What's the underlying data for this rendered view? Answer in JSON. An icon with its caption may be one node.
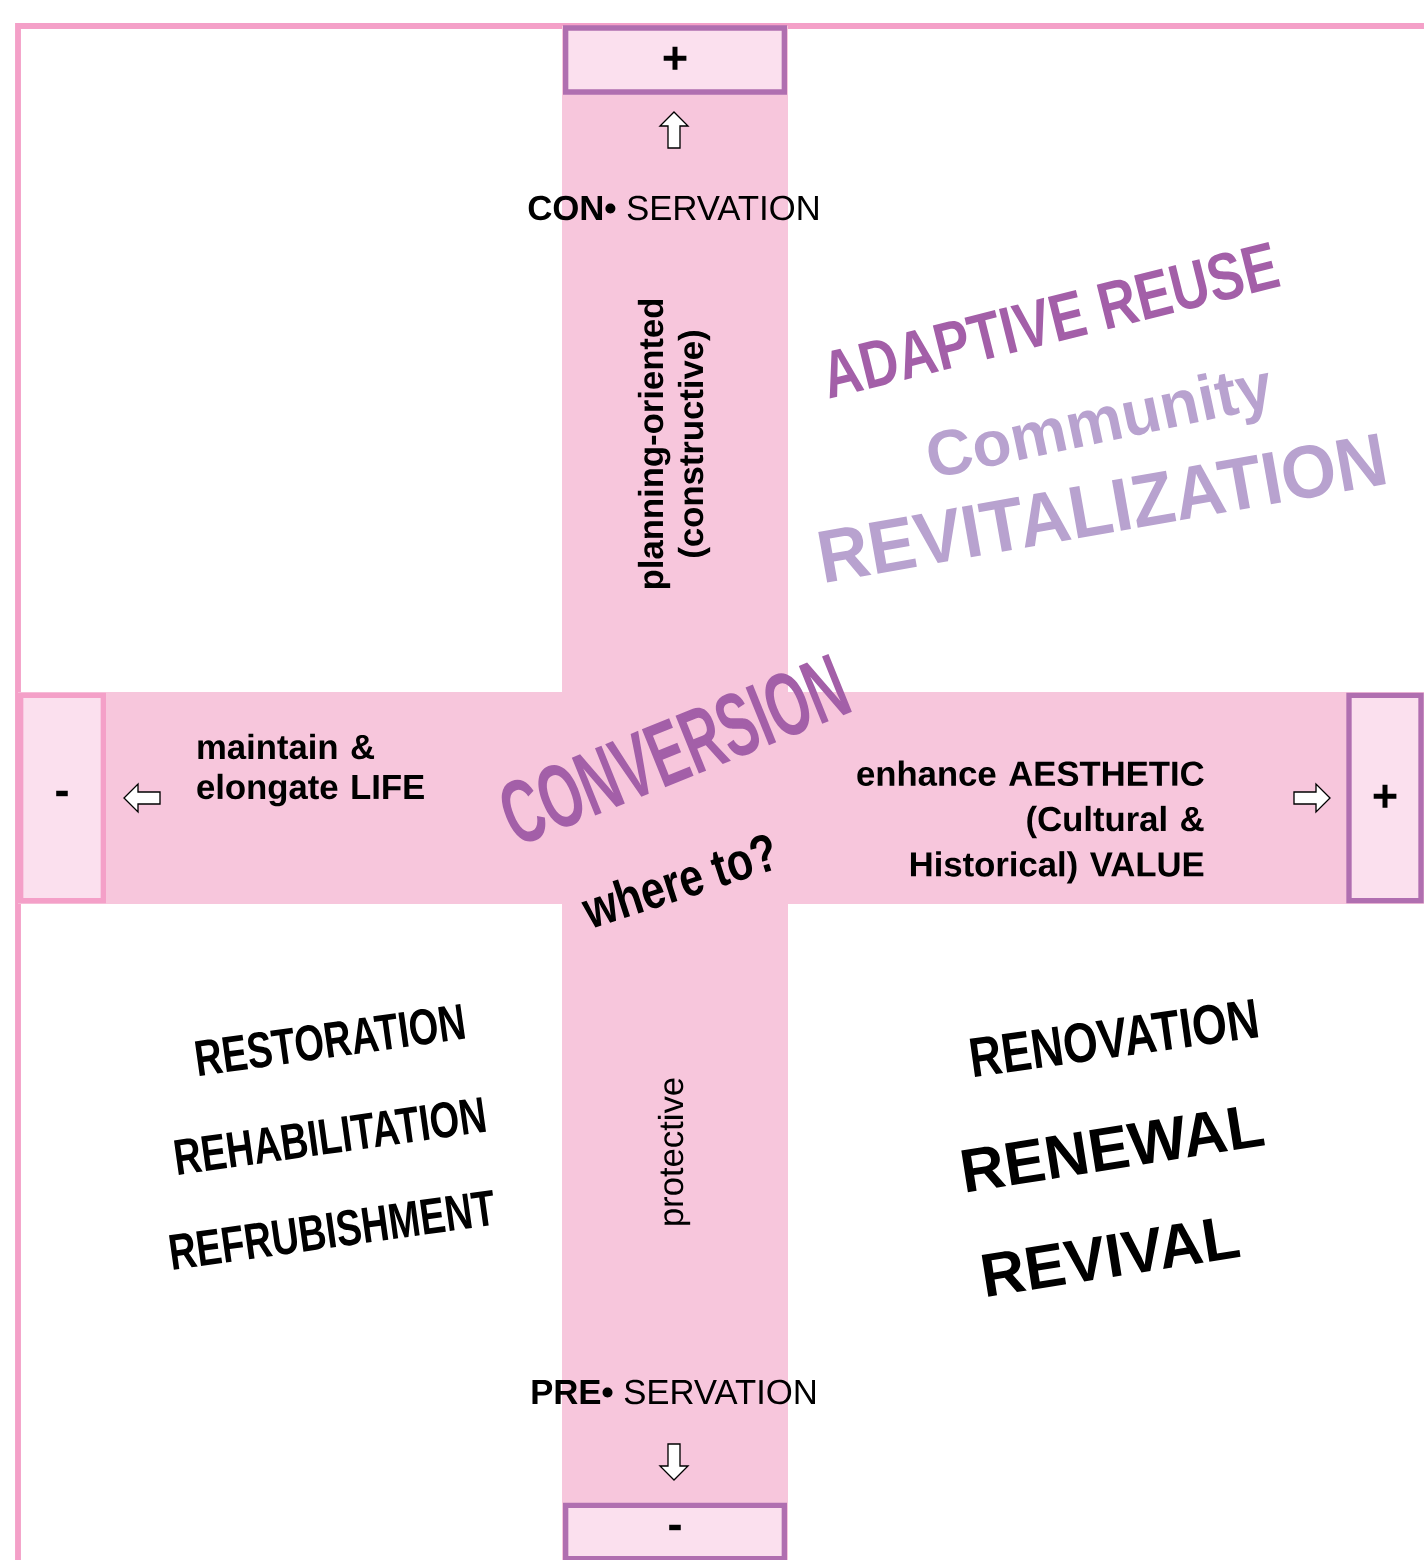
{
  "diagram": {
    "nodes": [
      {
        "text": [
          "+"
        ]
      },
      {
        "text": [
          "-"
        ]
      },
      {
        "text": [
          "-"
        ]
      },
      {
        "text": [
          "+"
        ]
      }
    ],
    "labels": [
      "**CON•** SERVATION",
      "planning-oriented (constructive)",
      "ADAPTIVE REUSE",
      "Community",
      "REVITALIZATION",
      "maintain & elongate LIFE",
      "CONVERSION",
      "where to?",
      "enhance AESTHETIC (Cultural & Historical) VALUE",
      "RESTORATION",
      "REHABILITATION",
      "REFRUBISHMENT",
      "RENOVATION",
      "RENEWAL",
      "REVIVAL",
      "protective",
      "**PRE•** SERVATION"
    ]
  }
}
